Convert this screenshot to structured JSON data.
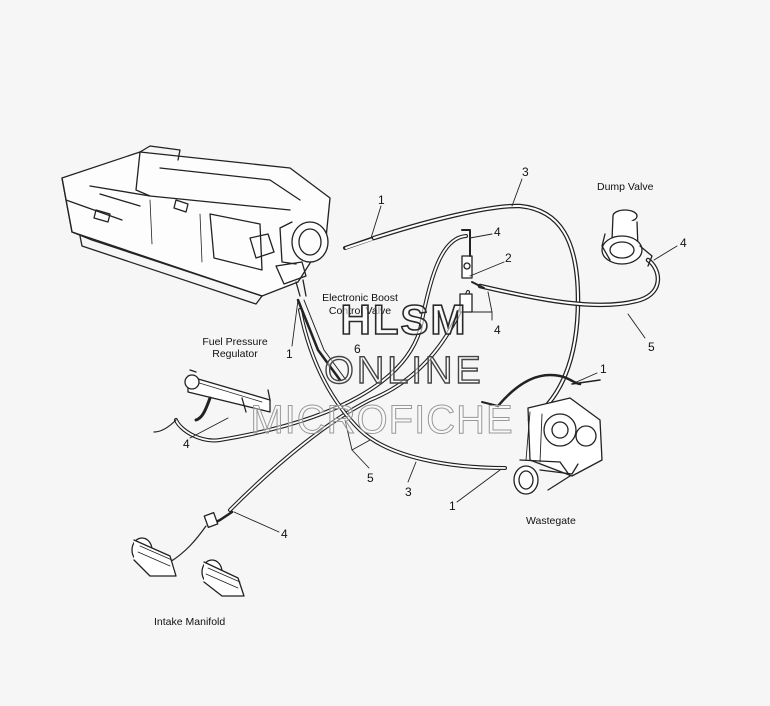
{
  "labels": {
    "dump_valve": "Dump Valve",
    "ebcv_line1": "Electronic Boost",
    "ebcv_line2": "Control Valve",
    "fpr_line1": "Fuel Pressure",
    "fpr_line2": "Regulator",
    "wastegate": "Wastegate",
    "intake_manifold": "Intake Manifold"
  },
  "callouts": {
    "c1_top": "1",
    "c3_top": "3",
    "c4_top": "4",
    "c2": "2",
    "c4_mid": "4",
    "c4_dump": "4",
    "c5_right": "5",
    "c1_fpr": "1",
    "c6": "6",
    "c1_waste": "1",
    "c4_fpr": "4",
    "c5_bottom": "5",
    "c3_bottom": "3",
    "c1_bottom": "1",
    "c4_intake": "4"
  },
  "watermark": {
    "line1": "HLSM",
    "line2": "ONLINE",
    "line3": "MICROFICHE"
  }
}
